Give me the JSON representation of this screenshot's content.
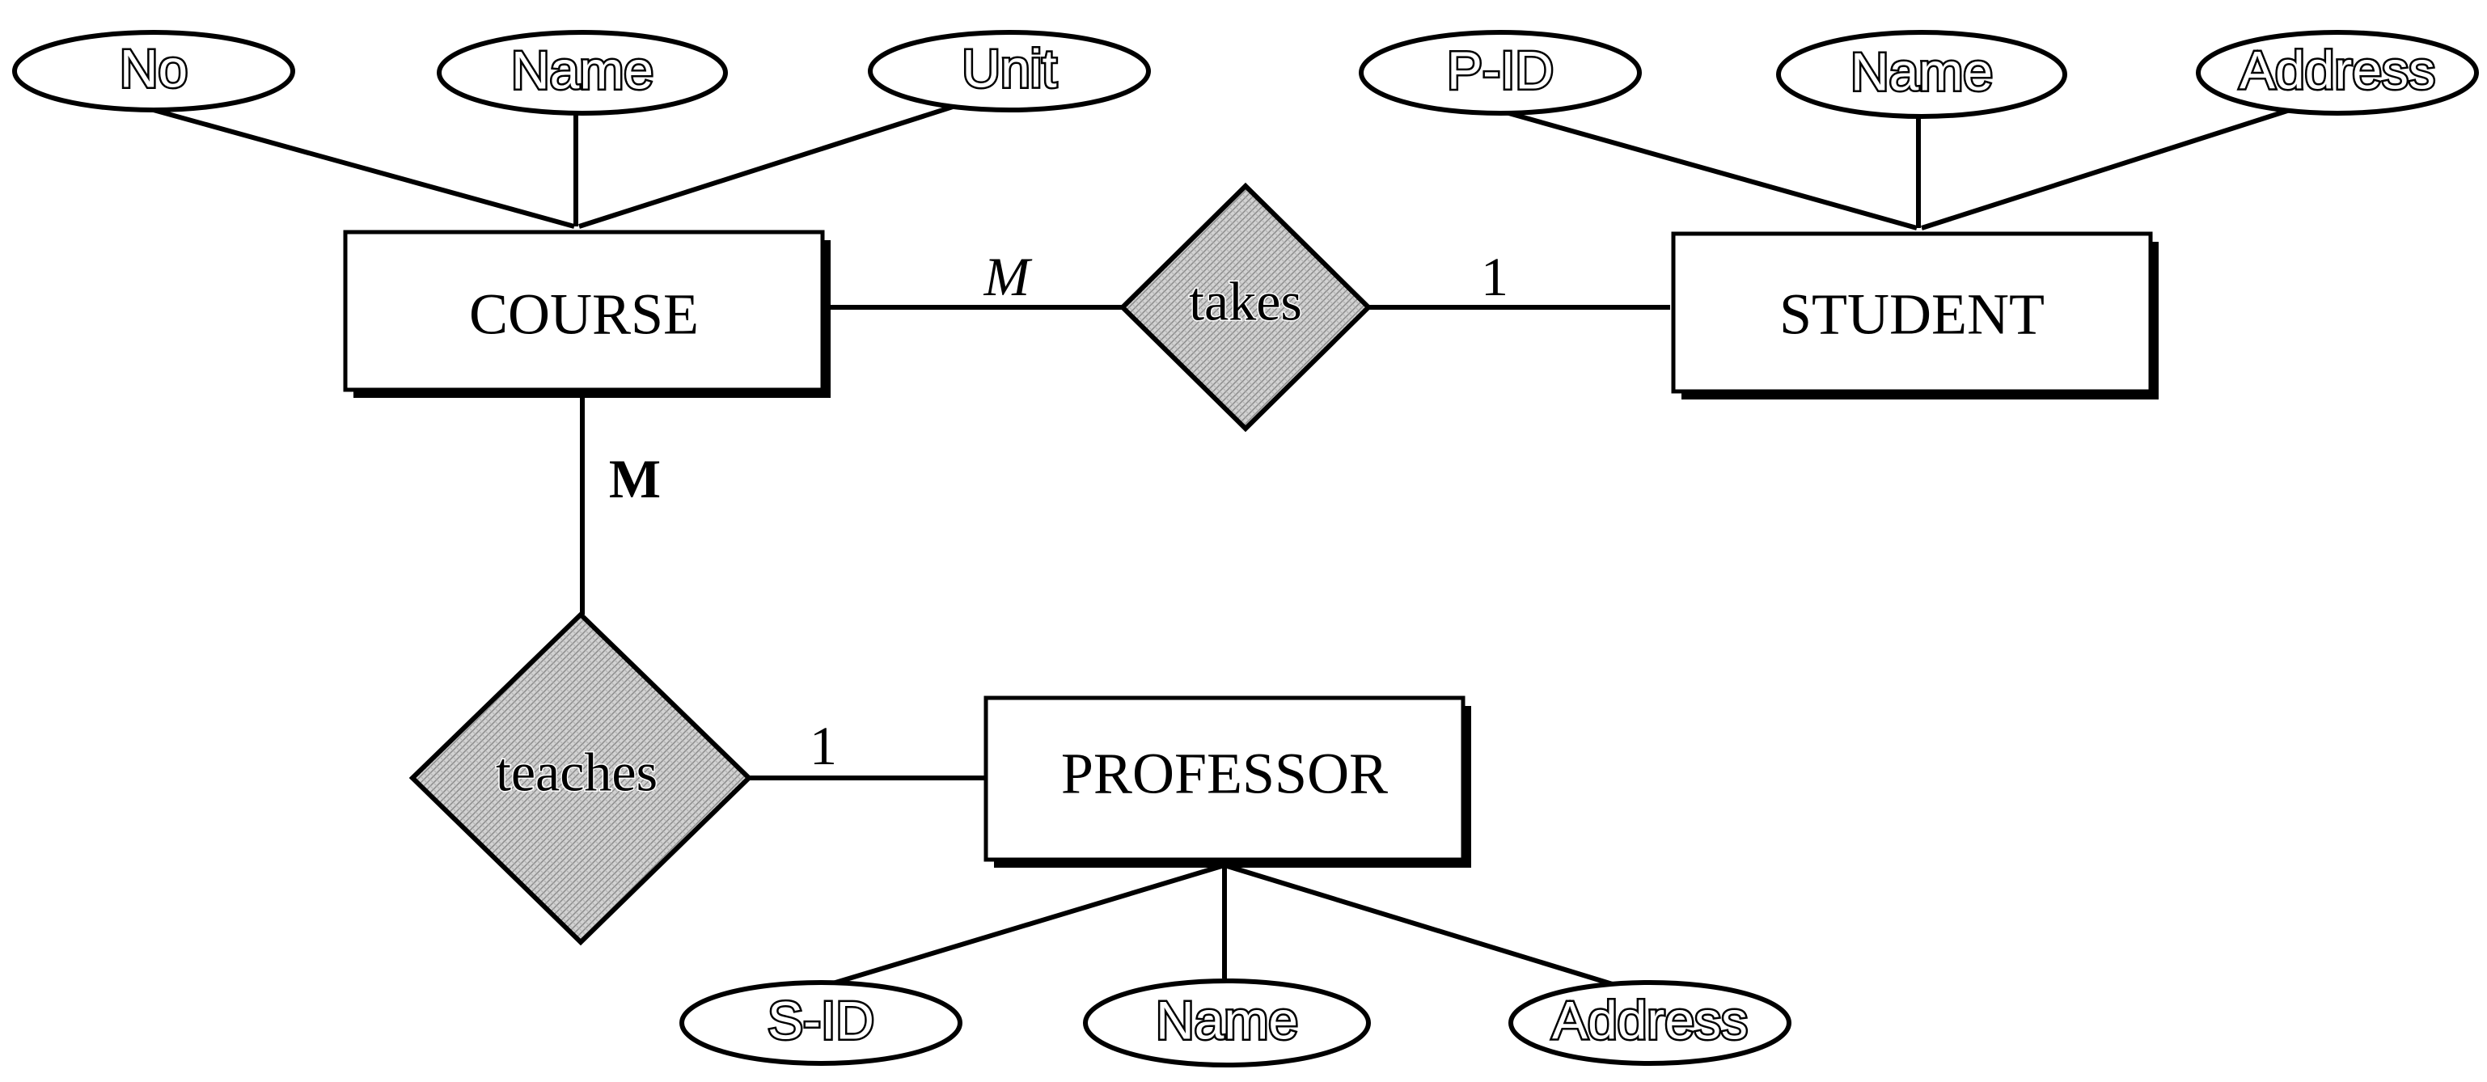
{
  "entities": {
    "course": "COURSE",
    "student": "STUDENT",
    "professor": "PROFESSOR"
  },
  "relationships": {
    "takes": "takes",
    "teaches": "teaches"
  },
  "attributes": {
    "course_no": "No",
    "course_name": "Name",
    "course_unit": "Unit",
    "student_pid": "P-ID",
    "student_name": "Name",
    "student_address": "Address",
    "professor_sid": "S-ID",
    "professor_name": "Name",
    "professor_address": "Address"
  },
  "cardinalities": {
    "takes_course": "M",
    "takes_student": "1",
    "teaches_course": "M",
    "teaches_professor": "1"
  },
  "colors": {
    "ink": "#000000",
    "paper": "#ffffff",
    "diamond_fill": "#c8c8c8"
  }
}
